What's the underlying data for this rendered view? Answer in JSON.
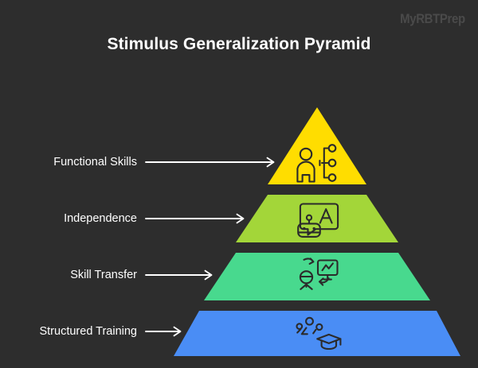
{
  "page": {
    "background_color": "#2d2d2d",
    "title": "Stimulus Generalization Pyramid",
    "watermark": "MyRBTPrep"
  },
  "diagram": {
    "type": "pyramid",
    "orientation": "apex-top",
    "tier_count": 4,
    "tiers": [
      {
        "label": "Functional Skills",
        "color": "#ffdd00",
        "level": 1,
        "position": "top",
        "icon": "person-network-nodes-icon",
        "arrow": "right-arrow-icon"
      },
      {
        "label": "Independence",
        "color": "#a3d639",
        "level": 2,
        "position": "upper-middle",
        "icon": "robot-letter-card-icon",
        "arrow": "right-arrow-icon"
      },
      {
        "label": "Skill Transfer",
        "color": "#48d98e",
        "level": 3,
        "position": "lower-middle",
        "icon": "person-monitor-transfer-icon",
        "arrow": "right-arrow-icon"
      },
      {
        "label": "Structured Training",
        "color": "#4a8df5",
        "level": 4,
        "position": "bottom",
        "icon": "group-graduation-cap-icon",
        "arrow": "right-arrow-icon"
      }
    ]
  }
}
